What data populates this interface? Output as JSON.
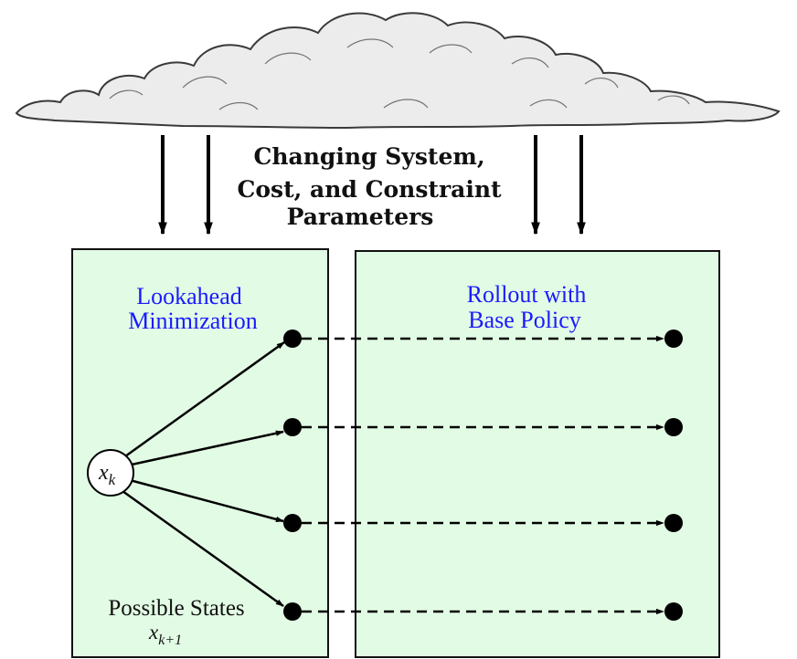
{
  "cloud": {
    "icon": "cloud-icon",
    "fill": "#ececec",
    "stroke": "#3a3a3a"
  },
  "caption": {
    "lines": [
      "Changing System,",
      "Cost, and Constraint",
      "Parameters"
    ]
  },
  "left_panel": {
    "title_lines": [
      "Lookahead",
      "Minimization"
    ],
    "node_label": "x",
    "node_subscript": "k",
    "states_label": "Possible States",
    "states_var": "x",
    "states_subscript": "k+1"
  },
  "right_panel": {
    "title_lines": [
      "Rollout with",
      "Base Policy"
    ]
  },
  "colors": {
    "panel_fill": "#e2fbe4",
    "panel_stroke": "#111111",
    "title_color": "#1a1aff",
    "arrow_color": "#000000"
  }
}
